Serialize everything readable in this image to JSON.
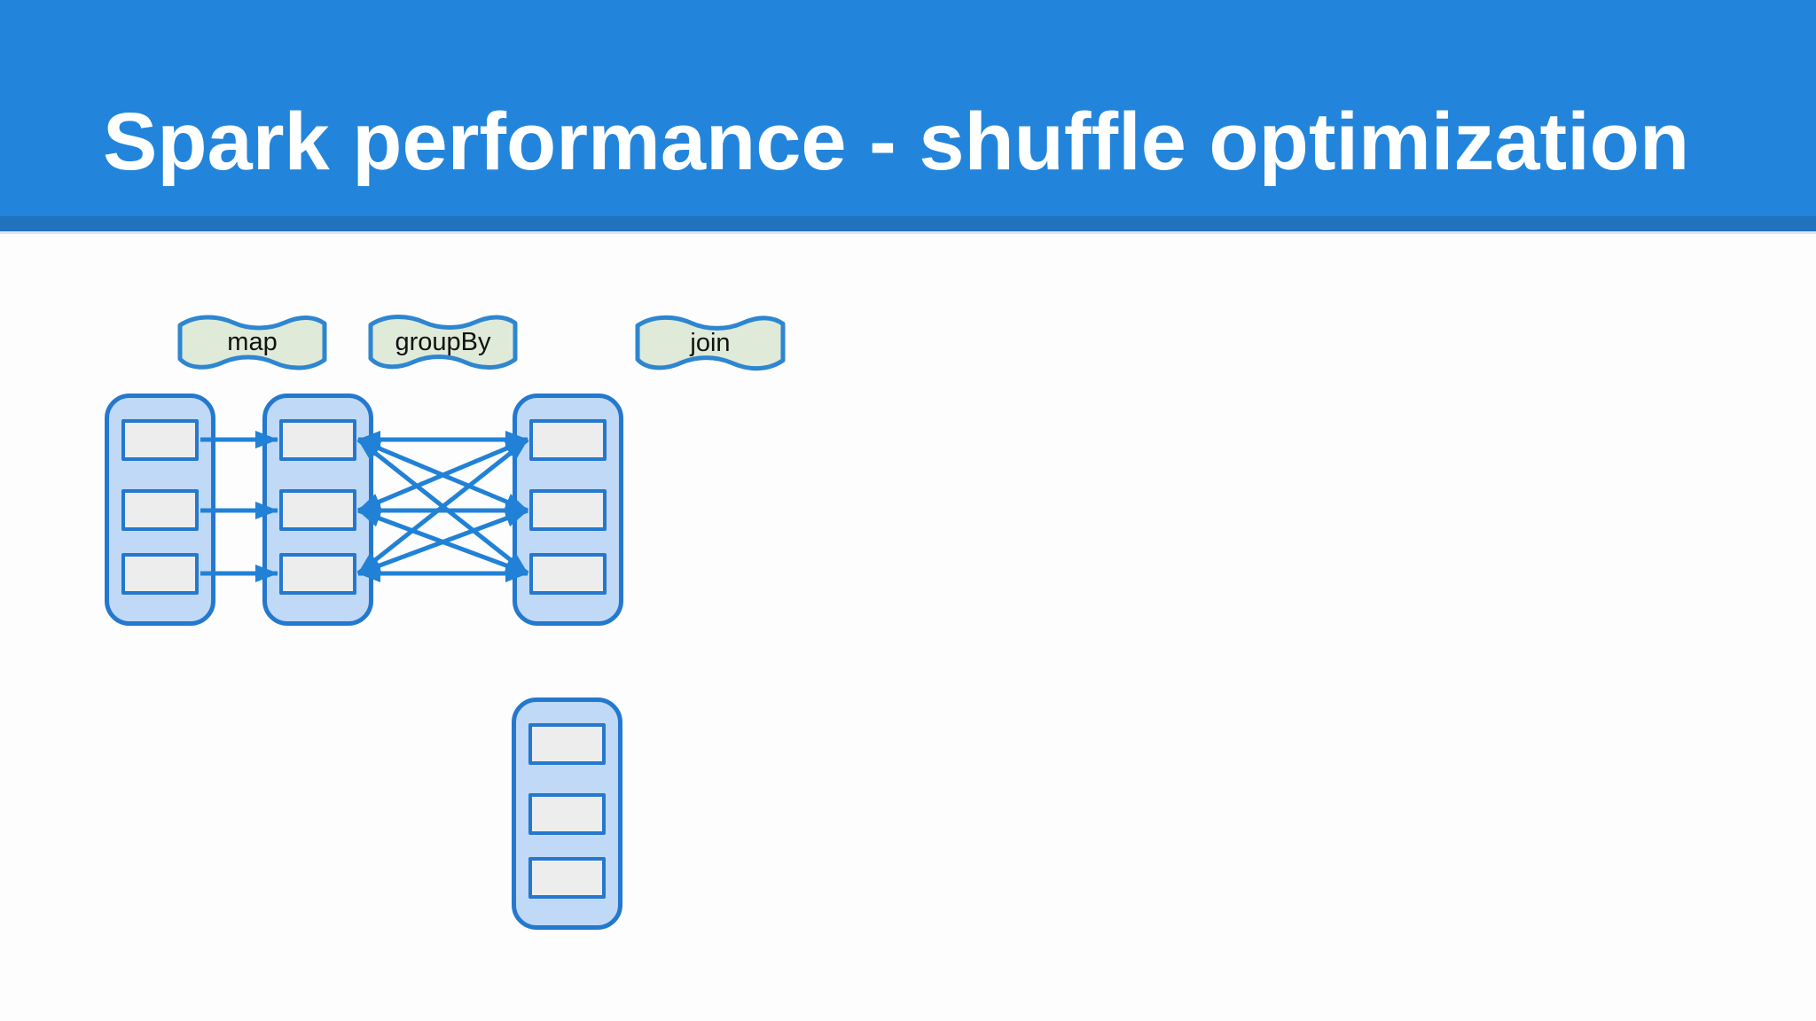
{
  "slide": {
    "title": "Spark performance - shuffle optimization"
  },
  "diagram": {
    "stage_labels": [
      {
        "label": "map"
      },
      {
        "label": "groupBy"
      },
      {
        "label": "join"
      }
    ],
    "rdds": [
      {
        "id": "rdd-1",
        "partitions": 3
      },
      {
        "id": "rdd-2",
        "partitions": 3
      },
      {
        "id": "rdd-3",
        "partitions": 3
      },
      {
        "id": "rdd-4",
        "partitions": 3
      }
    ],
    "map_edges": [
      [
        1,
        1
      ],
      [
        2,
        2
      ],
      [
        3,
        3
      ]
    ],
    "shuffle_edges": [
      [
        1,
        1
      ],
      [
        1,
        2
      ],
      [
        1,
        3
      ],
      [
        2,
        1
      ],
      [
        2,
        2
      ],
      [
        2,
        3
      ],
      [
        3,
        1
      ],
      [
        3,
        2
      ],
      [
        3,
        3
      ]
    ],
    "colors": {
      "header_bg": "#2285DB",
      "header_strip": "#2173BE",
      "header_underline": "#DAE6F4",
      "title_text": "#FFFFFF",
      "canvas_bg": "#FDFDFD",
      "container_fill": "#BFD9F7",
      "container_border": "#2478CE",
      "partition_fill": "#EDEDEE",
      "arrow": "#2181D6",
      "label_fill": "#DFEAD8",
      "label_border": "#2E86D0",
      "label_text": "#111111"
    }
  }
}
